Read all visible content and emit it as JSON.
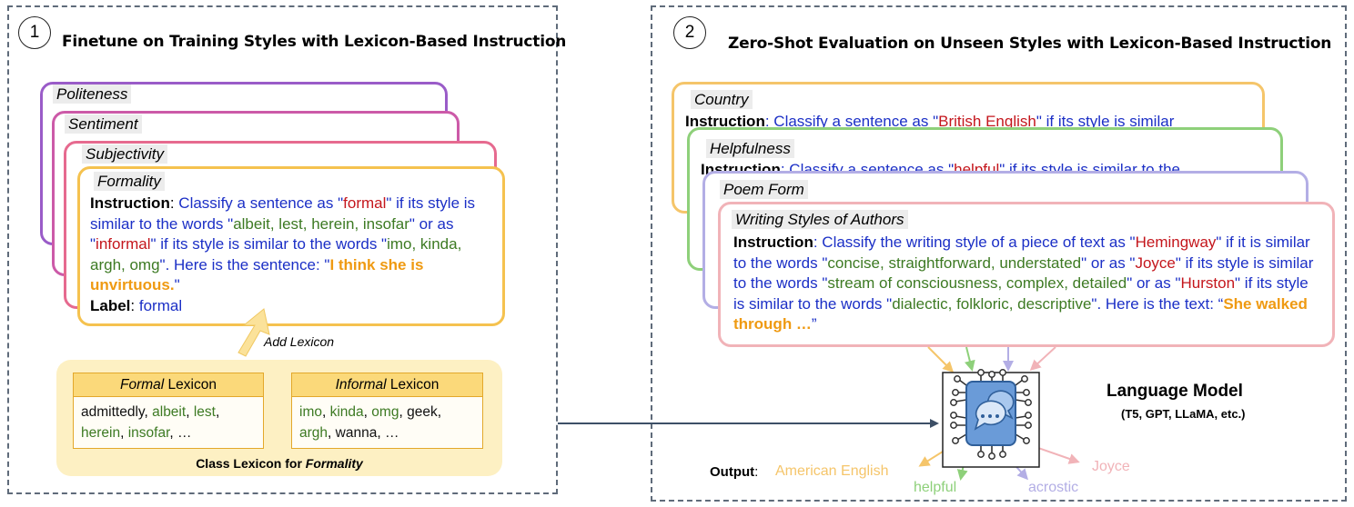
{
  "left_panel": {
    "number": "1",
    "title": "Finetune on Training Styles with Lexicon-Based Instruction",
    "cards": [
      {
        "tag": "Politeness"
      },
      {
        "tag": "Sentiment"
      },
      {
        "tag": "Subjectivity"
      }
    ],
    "front_card": {
      "tag": "Formality",
      "instruction_label": "Instruction",
      "colon": ": ",
      "t1": "Classify a sentence as \"",
      "w1": "formal",
      "t2": "\" if its style is similar to the words \"",
      "lex1": "albeit, lest, herein, insofar",
      "t3": "\" or as \"",
      "w2": "informal",
      "t4": "\" if its style is similar to the words \"",
      "lex2": "imo, kinda, argh, omg",
      "t5": "\". Here is the sentence: \"",
      "sentence": "I think she is unvirtuous.",
      "t6": "\"",
      "label_label": "Label",
      "label_value": "formal"
    },
    "add_lexicon": "Add Lexicon",
    "formal_lexicon": {
      "head_italic": "Formal",
      "head_rest": " Lexicon",
      "words": [
        {
          "text": "admittedly",
          "color": "black"
        },
        {
          "text": "albeit",
          "color": "green"
        },
        {
          "text": "lest",
          "color": "green"
        },
        {
          "text": "herein",
          "color": "green"
        },
        {
          "text": "insofar",
          "color": "green"
        },
        {
          "text": "…",
          "color": "black"
        }
      ]
    },
    "informal_lexicon": {
      "head_italic": "Informal",
      "head_rest": " Lexicon",
      "words": [
        {
          "text": "imo",
          "color": "green"
        },
        {
          "text": "kinda",
          "color": "green"
        },
        {
          "text": "omg",
          "color": "green"
        },
        {
          "text": "geek",
          "color": "black"
        },
        {
          "text": "argh",
          "color": "green"
        },
        {
          "text": "wanna",
          "color": "black"
        },
        {
          "text": "…",
          "color": "black"
        }
      ]
    },
    "class_lexicon_caption": "Class Lexicon for ",
    "class_lexicon_caption_italic": "Formality"
  },
  "right_panel": {
    "number": "2",
    "title": "Zero-Shot Evaluation on Unseen Styles with Lexicon-Based Instruction",
    "country_card": {
      "tag": "Country",
      "instruction_label": "Instruction",
      "t1": ": Classify a sentence as \"",
      "w1": "British English",
      "t2": "\" if its style is similar"
    },
    "help_card": {
      "tag": "Helpfulness",
      "instruction_label": "Instruction",
      "t1": ": Classify a sentence as \"",
      "w1": "helpful",
      "t2": "\" if its style is similar to the"
    },
    "poem_card": {
      "tag": "Poem Form"
    },
    "authors_card": {
      "tag": "Writing Styles of Authors",
      "instruction_label": "Instruction",
      "t1": ": Classify the writing style of a piece of text as \"",
      "w1": "Hemingway",
      "t2": "\" if it is similar to the words \"",
      "lex1": "concise, straightforward, understated",
      "t3": "\" or as \"",
      "w2": "Joyce",
      "t4": "\" if its style is similar to the words \"",
      "lex2": "stream of consciousness, complex, detailed",
      "t5": "\" or as \"",
      "w3": "Hurston",
      "t6": "\" if its style is similar to the words \"",
      "lex3": "dialectic, folkloric, descriptive",
      "t7": "\". Here is the text: “",
      "sentence": "She walked through …",
      "t8": "”"
    },
    "model": {
      "title": "Language Model",
      "subtitle": "(T5, GPT, LLaMA, etc.)"
    },
    "output_label": "Output",
    "outputs": {
      "american": "American English",
      "helpful": "helpful",
      "acrostic": "acrostic",
      "joyce": "Joyce"
    }
  },
  "colors": {
    "politeness": "#9a5cc8",
    "sentiment": "#cc5aa8",
    "subjectivity": "#e66a8f",
    "formality": "#f5c24f",
    "country": "#f5c56a",
    "helpfulness": "#8ed07a",
    "poem": "#b3aee5",
    "authors": "#f1b3b8",
    "connector": "#3d4f66"
  }
}
